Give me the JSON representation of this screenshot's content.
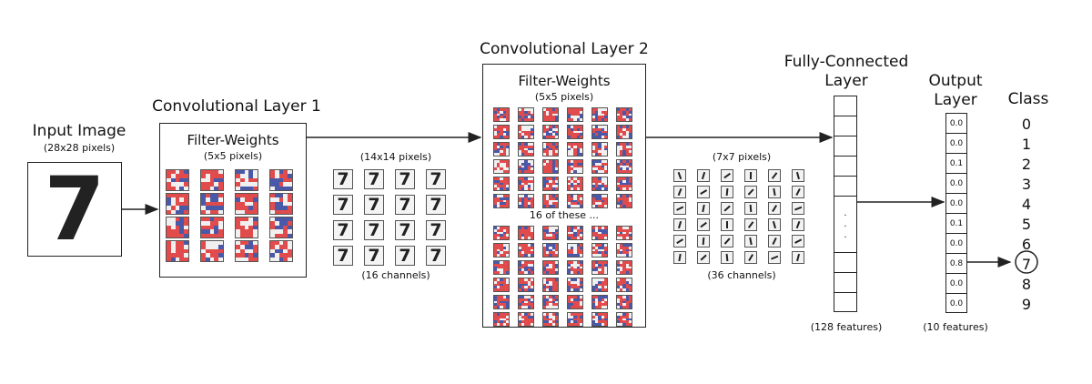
{
  "input": {
    "title": "Input Image",
    "size": "(28x28 pixels)",
    "digit": "7"
  },
  "conv1": {
    "title": "Convolutional Layer 1",
    "filter_title": "Filter-Weights",
    "filter_size": "(5x5 pixels)",
    "out_size": "(14x14 pixels)",
    "out_channels": "(16 channels)",
    "out_digit": "7"
  },
  "conv2": {
    "title": "Convolutional Layer 2",
    "filter_title": "Filter-Weights",
    "filter_size": "(5x5 pixels)",
    "repeat_note": "16 of these ...",
    "out_size": "(7x7 pixels)",
    "out_channels": "(36 channels)"
  },
  "fc": {
    "title_line1": "Fully-Connected",
    "title_line2": "Layer",
    "features": "(128 features)",
    "dots": "."
  },
  "output": {
    "title_line1": "Output",
    "title_line2": "Layer",
    "features": "(10 features)",
    "values": [
      "0.0",
      "0.0",
      "0.1",
      "0.0",
      "0.0",
      "0.1",
      "0.0",
      "0.8",
      "0.0",
      "0.0"
    ]
  },
  "class": {
    "title": "Class",
    "labels": [
      "0",
      "1",
      "2",
      "3",
      "4",
      "5",
      "6",
      "7",
      "8",
      "9"
    ],
    "selected_index": 7
  },
  "colors": {
    "red": "#e24b4b",
    "blue": "#4a58a8",
    "line": "#222222"
  }
}
